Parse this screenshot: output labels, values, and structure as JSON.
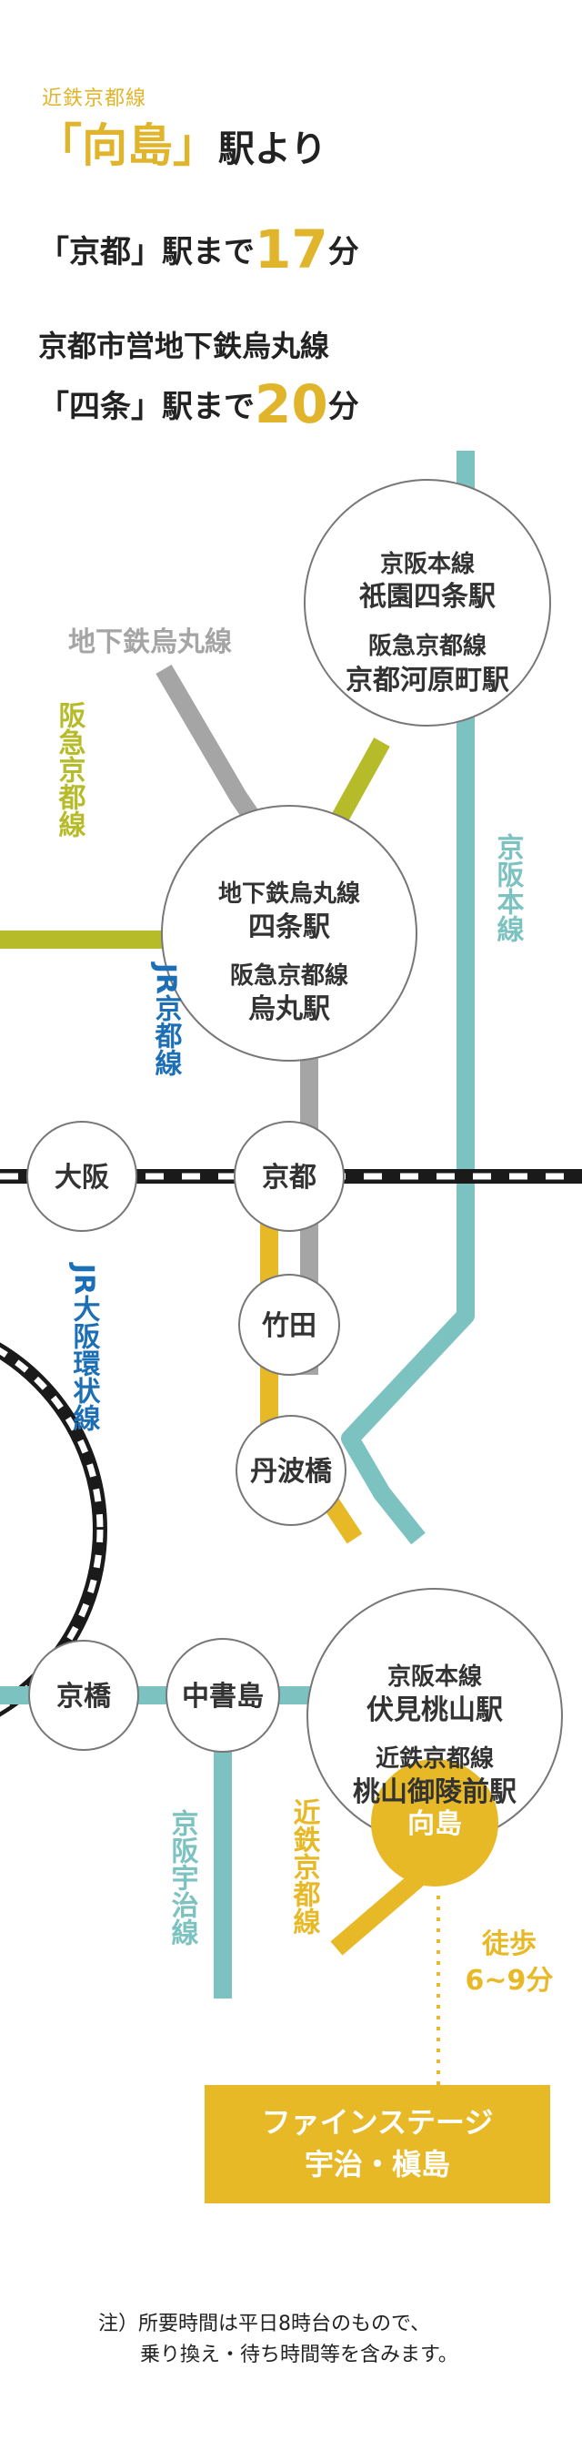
{
  "header": {
    "line_name": "近鉄京都線",
    "station": "「向島」",
    "station_suffix": "駅より"
  },
  "routes": [
    {
      "prefix": "「京都」駅まで",
      "minutes": "17",
      "unit": "分"
    },
    {
      "prefix": "「四条」駅まで",
      "minutes": "20",
      "unit": "分",
      "line": "京都市営地下鉄烏丸線"
    }
  ],
  "colors": {
    "kintetsu": "#e8b927",
    "keihan": "#7cc2c0",
    "subway": "#a5a5a5",
    "hankyu": "#b6bb29",
    "jr": "#1a1a1a",
    "jr_label": "#1d6fb5"
  },
  "lines": {
    "subway_karasuma": "地下鉄烏丸線",
    "hankyu_kyoto": "阪急京都線",
    "keihan_main": "京阪本線",
    "jr_kyoto": "JR京都線",
    "jr_loop": "JR大阪環状線",
    "keihan_uji": "京阪宇治線",
    "kintetsu_kyoto": "近鉄京都線"
  },
  "stations": {
    "gion": {
      "line1": "京阪本線",
      "name1": "祇園四条駅",
      "line2": "阪急京都線",
      "name2": "京都河原町駅"
    },
    "shijo": {
      "line1": "地下鉄烏丸線",
      "name1": "四条駅",
      "line2": "阪急京都線",
      "name2": "烏丸駅"
    },
    "osaka": "大阪",
    "kyoto": "京都",
    "takeda": "竹田",
    "tambabashi": "丹波橋",
    "kyobashi": "京橋",
    "chushojima": "中書島",
    "momoyama": {
      "line1": "京阪本線",
      "name1": "伏見桃山駅",
      "line2": "近鉄京都線",
      "name2": "桃山御陵前駅"
    },
    "mukaijima": "向島"
  },
  "walk": {
    "label": "徒歩",
    "time": "6~9分"
  },
  "destination": {
    "line1": "ファインステージ",
    "line2": "宇治・槇島"
  },
  "note": {
    "line1": "注）所要時間は平日8時台のもので、",
    "line2": "乗り換え・待ち時間等を含みます。"
  }
}
